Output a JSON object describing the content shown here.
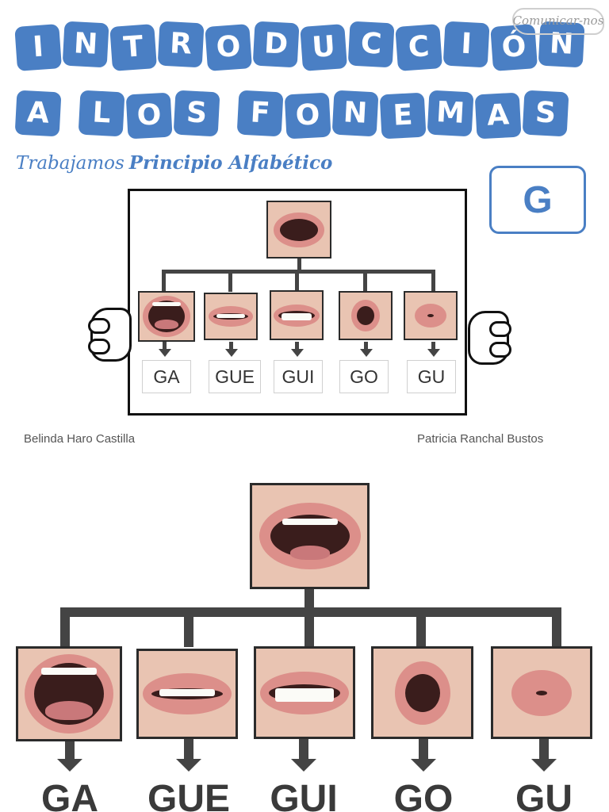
{
  "header": {
    "title_line1": [
      "I",
      "N",
      "T",
      "R",
      "O",
      "D",
      "U",
      "C",
      "C",
      "I",
      "Ó",
      "N"
    ],
    "title_line2": [
      "A",
      " ",
      "L",
      "O",
      "S",
      " ",
      "F",
      "O",
      "N",
      "E",
      "M",
      "A",
      "S"
    ],
    "subtitle_prefix": "Trabajamos",
    "subtitle_strong": "Principio Alfabético",
    "logo_text": "Comunicar-nos",
    "letter": "G"
  },
  "small_diagram": {
    "syllables": [
      "GA",
      "GUE",
      "GUI",
      "GO",
      "GU"
    ],
    "credit_left": "Belinda Haro Castilla",
    "credit_right": "Patricia Ranchal Bustos"
  },
  "big_diagram": {
    "syllables": [
      "GA",
      "GUE",
      "GUI",
      "GO",
      "GU"
    ]
  },
  "colors": {
    "accent": "#4a7fc4",
    "line": "#444444",
    "frame": "#111111"
  },
  "icons": {
    "top": "open-mouth-photo",
    "ga": "wide-open-mouth-photo",
    "gue": "smile-mouth-photo",
    "gui": "teeth-smile-mouth-photo",
    "go": "round-mouth-photo",
    "gu": "pursed-lips-photo"
  }
}
